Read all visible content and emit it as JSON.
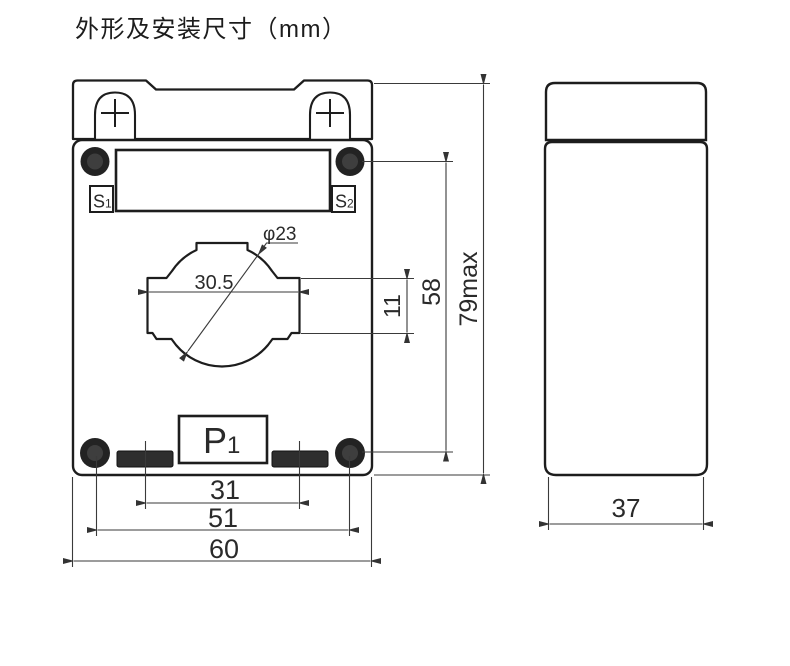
{
  "title": "外形及安装尺寸（mm）",
  "dimensions": {
    "hole_diameter": "φ23",
    "hole_width": "30.5",
    "window_height": "11",
    "screw_vertical_spacing": "58",
    "overall_height": "79max",
    "slot_spacing": "31",
    "screw_horizontal_spacing": "51",
    "overall_width": "60",
    "depth": "37"
  },
  "labels": {
    "s1": {
      "main": "S",
      "sub": "1"
    },
    "s2": {
      "main": "S",
      "sub": "2"
    },
    "p1": {
      "main": "P",
      "sub": "1"
    }
  }
}
